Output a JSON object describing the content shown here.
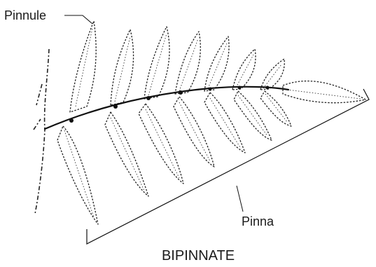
{
  "labels": {
    "pinnule": "Pinnule",
    "pinna": "Pinna",
    "caption": "BIPINNATE"
  },
  "colors": {
    "ink": "#111111",
    "background": "#ffffff"
  }
}
